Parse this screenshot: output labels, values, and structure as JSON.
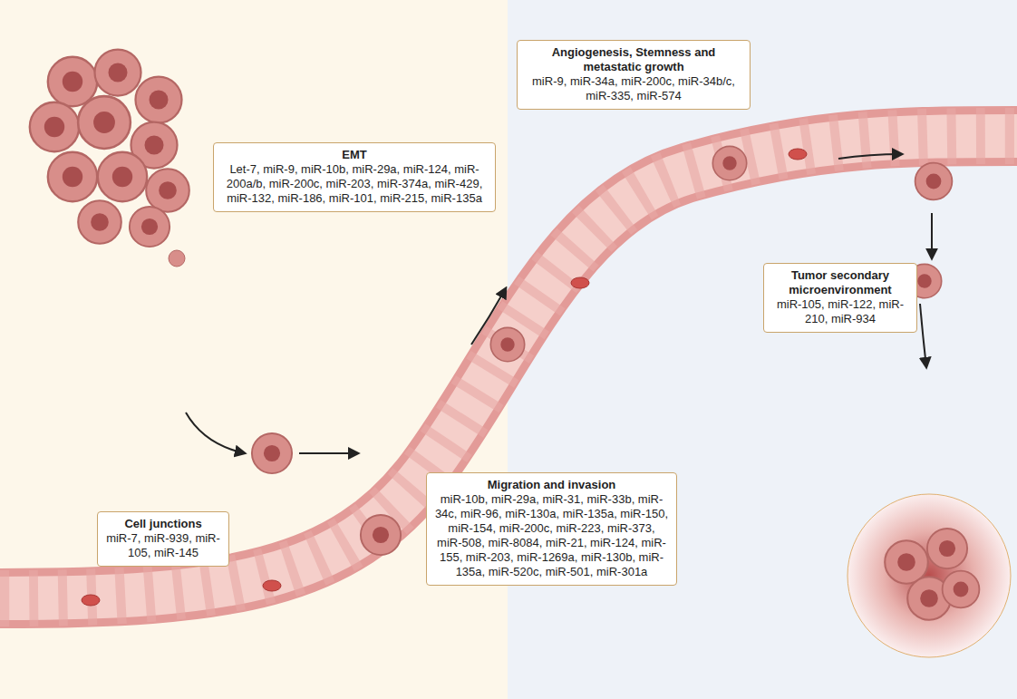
{
  "diagram": {
    "nodes": [
      {
        "text": [
          "Cell junctions",
          "miR-7, miR-939, miR-105, miR-145"
        ]
      },
      {
        "text": [
          "EMT",
          "Let-7, miR-9, miR-10b, miR-29a, miR-124, miR-200a/b, miR-200c, miR-203, miR-374a, miR-429, miR-132, miR-186, miR-101, miR-215, miR-135a"
        ]
      },
      {
        "text": [
          "Migration and invasion",
          "miR-10b, miR-29a, miR-31, miR-33b, miR-34c, miR-96, miR-130a, miR-135a, miR-150, miR-154, miR-200c, miR-223, miR-373, miR-508, miR-8084, miR-21, miR-124, miR-155, miR-203, miR-1269a, miR-130b, miR-135a, miR-520c, miR-501, miR-301a"
        ]
      },
      {
        "text": [
          "Angiogenesis, Stemness and metastatic growth",
          "miR-9, miR-34a, miR-200c, miR-34b/c, miR-335, miR-574"
        ]
      },
      {
        "text": [
          "Tumor secondary microenvironment",
          "miR-105, miR-122, miR-210, miR-934"
        ]
      }
    ]
  }
}
